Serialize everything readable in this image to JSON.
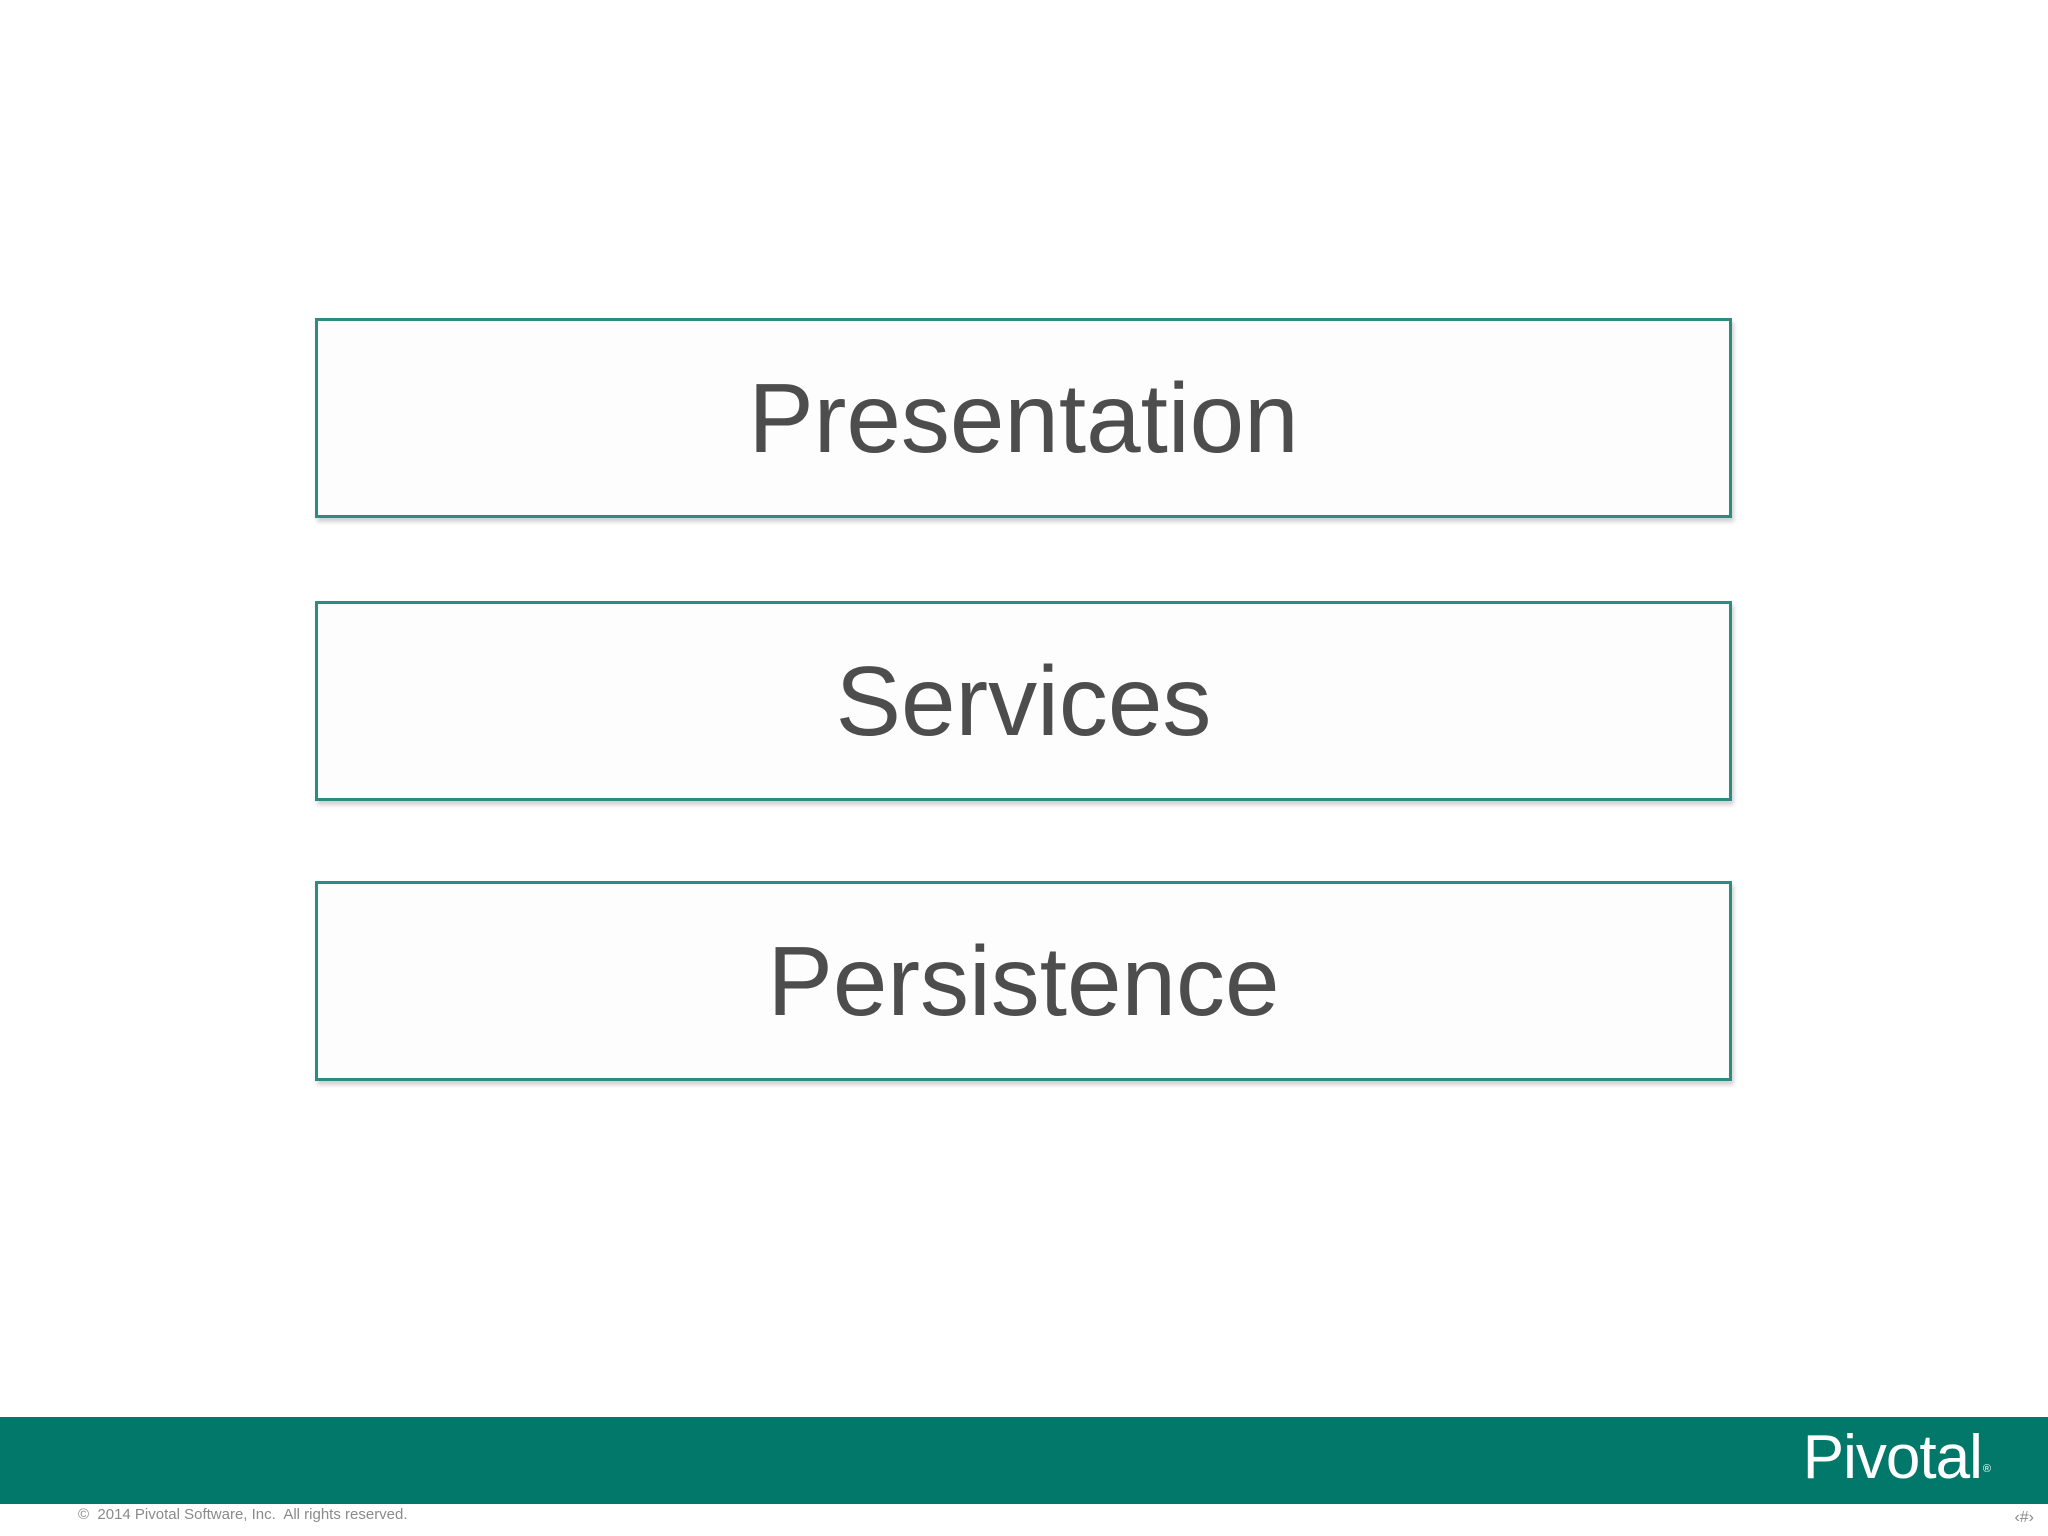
{
  "layers": [
    {
      "label": "Presentation"
    },
    {
      "label": "Services"
    },
    {
      "label": "Persistence"
    }
  ],
  "footer": {
    "logo_text": "Pivotal",
    "logo_mark": "®",
    "copyright": "©  2014 Pivotal Software, Inc.  All rights reserved.",
    "slide_number": "‹#›"
  },
  "colors": {
    "accent": "#02786a",
    "box_border": "#2e8b84",
    "text": "#4d4d4d"
  }
}
